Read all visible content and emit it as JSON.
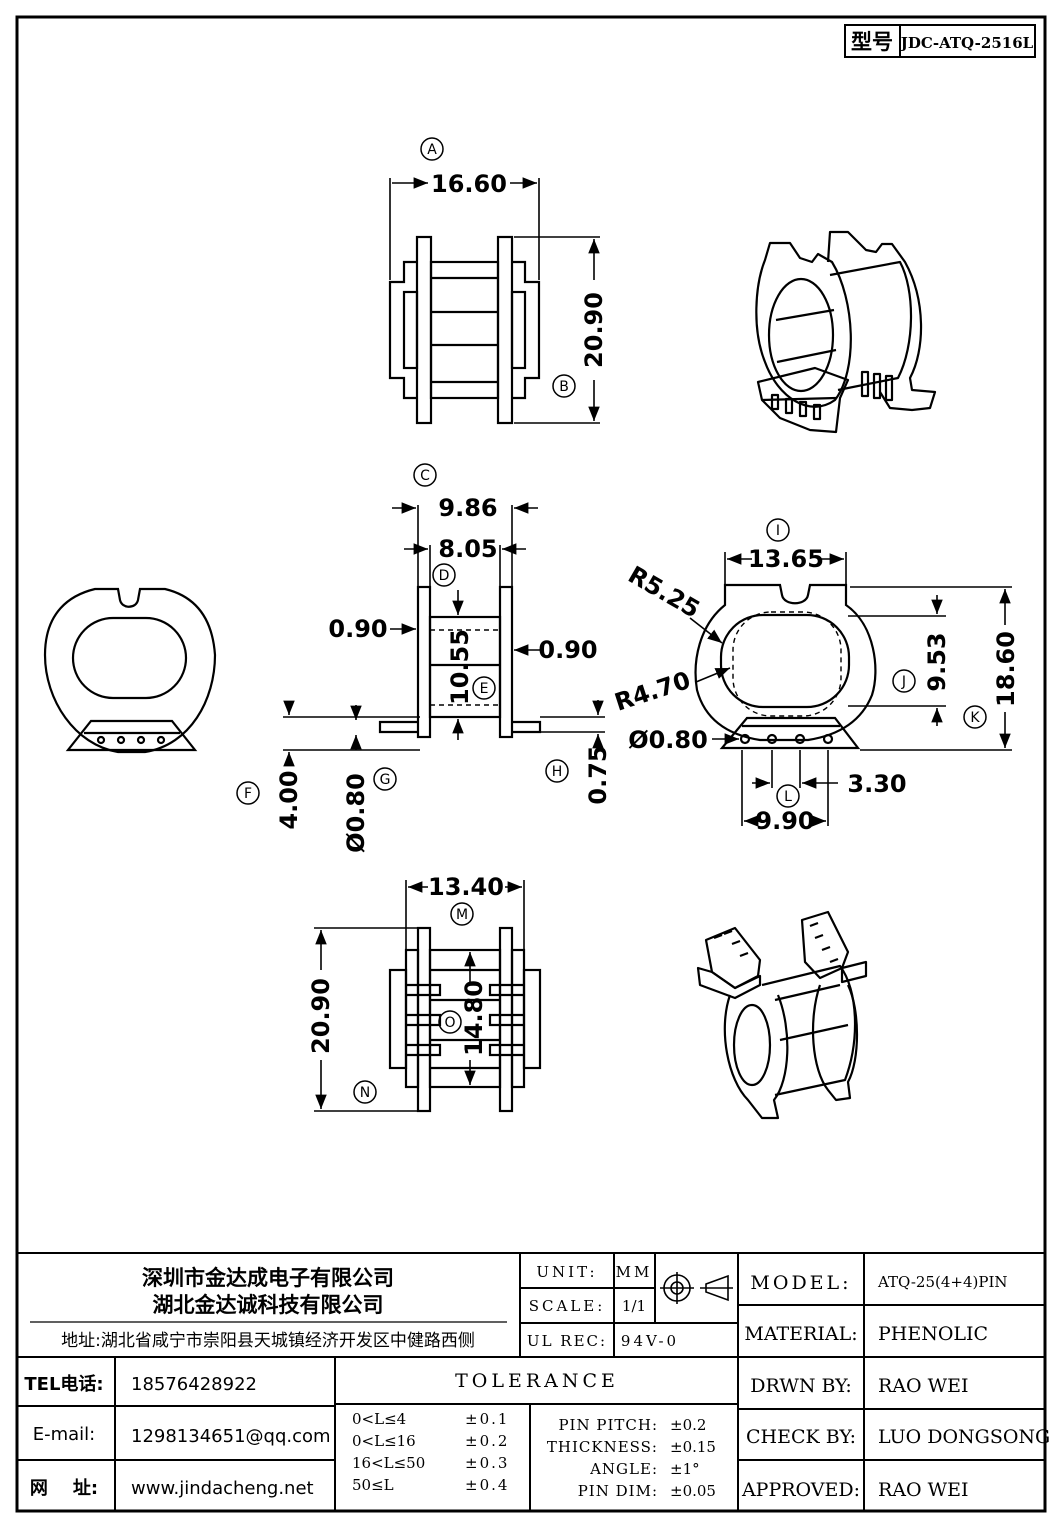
{
  "type_box": {
    "label": "型号",
    "value": "JDC-ATQ-2516L"
  },
  "dimensions": {
    "a": "16.60",
    "b": "20.90",
    "c": "9.86",
    "c2": "8.05",
    "flange_left": "0.90",
    "flange_right": "0.90",
    "e": "10.55",
    "f": "4.00",
    "g": "Ø0.80",
    "h": "0.75",
    "i": "13.65",
    "r1": "R5.25",
    "r2": "R4.70",
    "j": "9.53",
    "k": "18.60",
    "pin_dia": "Ø0.80",
    "l": "3.30",
    "l2": "9.90",
    "m": "13.40",
    "n": "20.90",
    "o": "14.80"
  },
  "callouts": [
    "A",
    "B",
    "C",
    "D",
    "E",
    "F",
    "G",
    "H",
    "I",
    "J",
    "K",
    "L",
    "M",
    "N",
    "O"
  ],
  "title_block": {
    "company1": "深圳市金达成电子有限公司",
    "company2": "湖北金达诚科技有限公司",
    "address": "地址:湖北省咸宁市崇阳县天城镇经济开发区中健路西侧",
    "tel_label": "TEL电话:",
    "tel": "18576428922",
    "email_label": "E-mail:",
    "email": "1298134651@qq.com",
    "web_label": "网    址:",
    "web": "www.jindacheng.net",
    "unit_label": "UNIT:",
    "unit": "MM",
    "scale_label": "SCALE:",
    "scale": "1/1",
    "ul_label": "UL REC:",
    "ul": "94V-0",
    "tolerance_title": "TOLERANCE",
    "tolerances": [
      {
        "range": "0<L≤4",
        "value": "±0.1"
      },
      {
        "range": "0<L≤16",
        "value": "±0.2"
      },
      {
        "range": "16<L≤50",
        "value": "±0.3"
      },
      {
        "range": "50≤L",
        "value": "±0.4"
      }
    ],
    "specs": [
      {
        "label": "PIN PITCH:",
        "value": "±0.2"
      },
      {
        "label": "THICKNESS:",
        "value": "±0.15"
      },
      {
        "label": "ANGLE:",
        "value": "±1°"
      },
      {
        "label": "PIN DIM:",
        "value": "±0.05"
      }
    ],
    "model_label": "MODEL:",
    "model": "ATQ-25(4+4)PIN",
    "material_label": "MATERIAL:",
    "material": "PHENOLIC",
    "drawn_label": "DRWN BY:",
    "drawn": "RAO WEI",
    "check_label": "CHECK BY:",
    "check": "LUO DONGSONG",
    "approved_label": "APPROVED:",
    "approved": "RAO WEI"
  }
}
